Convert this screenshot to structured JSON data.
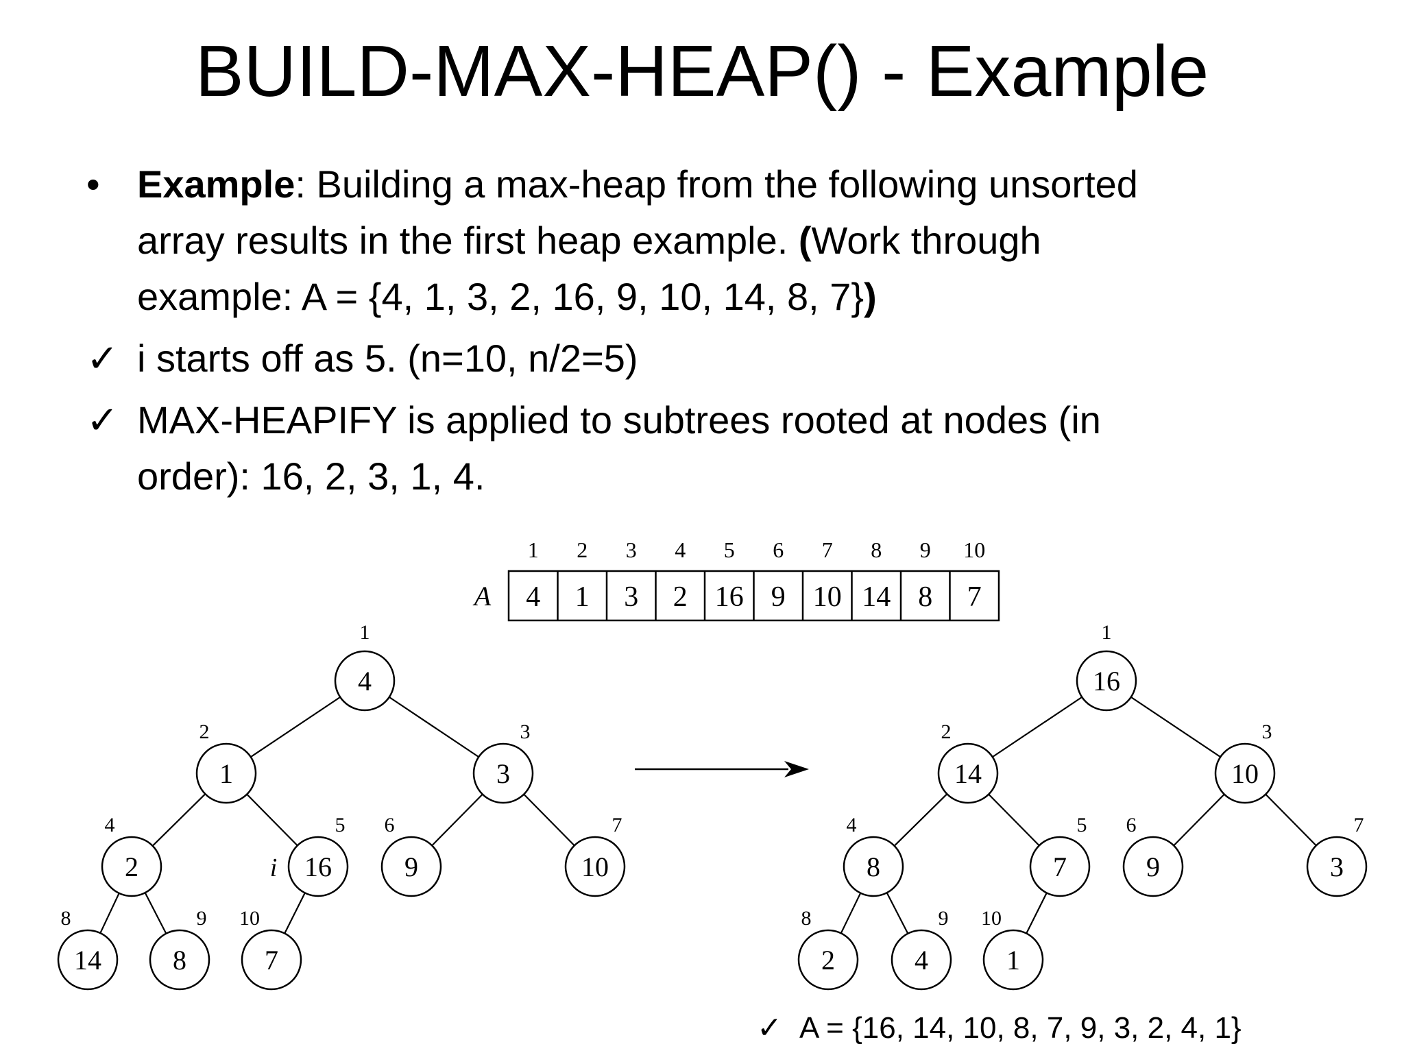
{
  "slide": {
    "title": "BUILD-MAX-HEAP() - Example"
  },
  "bullets": [
    {
      "marker": "•",
      "lead": "Example",
      "line1": ": Building a max-heap from the following unsorted",
      "line2a": "array results in the first heap example. ",
      "line2b": "(",
      "line2c": "Work through",
      "line3a": "example: A = {4, 1, 3, 2, 16, 9, 10, 14, 8, 7}",
      "line3b": ")"
    },
    {
      "marker": "✓",
      "line1": "i starts off as 5. (n=10, n/2=5)"
    },
    {
      "marker": "✓",
      "line1": "MAX-HEAPIFY is applied to subtrees rooted at nodes (in",
      "line2": "order): 16, 2, 3, 1, 4."
    }
  ],
  "array": {
    "label": "A",
    "indices": [
      "1",
      "2",
      "3",
      "4",
      "5",
      "6",
      "7",
      "8",
      "9",
      "10"
    ],
    "values": [
      "4",
      "1",
      "3",
      "2",
      "16",
      "9",
      "10",
      "14",
      "8",
      "7"
    ]
  },
  "tree_before": {
    "indices": [
      "1",
      "2",
      "3",
      "4",
      "5",
      "6",
      "7",
      "8",
      "9",
      "10"
    ],
    "values": [
      "4",
      "1",
      "3",
      "2",
      "16",
      "9",
      "10",
      "14",
      "8",
      "7"
    ],
    "pointer_label": "i"
  },
  "tree_after": {
    "indices": [
      "1",
      "2",
      "3",
      "4",
      "5",
      "6",
      "7",
      "8",
      "9",
      "10"
    ],
    "values": [
      "16",
      "14",
      "10",
      "8",
      "7",
      "9",
      "3",
      "2",
      "4",
      "1"
    ]
  },
  "result": {
    "marker": "✓",
    "text": "A = {16, 14, 10, 8, 7, 9, 3, 2, 4, 1}"
  }
}
